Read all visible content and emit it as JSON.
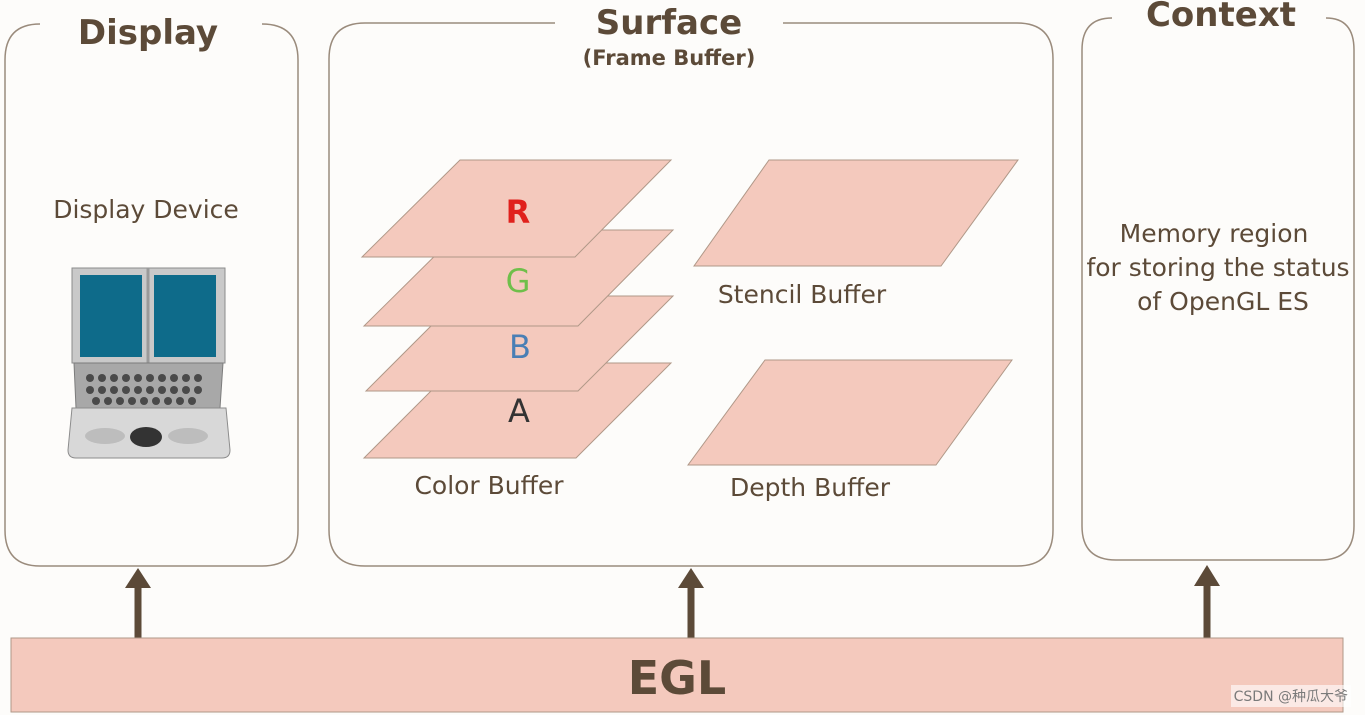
{
  "panels": {
    "display": {
      "title": "Display",
      "device_label": "Display Device"
    },
    "surface": {
      "title": "Surface",
      "subtitle": "(Frame Buffer)",
      "color_buffer_label": "Color Buffer",
      "stencil_buffer_label": "Stencil Buffer",
      "depth_buffer_label": "Depth Buffer",
      "channels": [
        {
          "letter": "R",
          "color": "#e0201c"
        },
        {
          "letter": "G",
          "color": "#6fbf4a"
        },
        {
          "letter": "B",
          "color": "#4a7fb5"
        },
        {
          "letter": "A",
          "color": "#333333"
        }
      ]
    },
    "context": {
      "title": "Context",
      "description_lines": [
        "Memory region",
        "for storing the status",
        "of OpenGL ES"
      ]
    }
  },
  "egl": {
    "label": "EGL"
  },
  "watermark": "CSDN @种瓜大爷",
  "colors": {
    "buffer_fill": "#f4c9bd",
    "buffer_stroke": "#b09888",
    "frame_stroke": "#9a8b7c",
    "arrow": "#5c4a38",
    "title_text": "#5c4a38"
  }
}
